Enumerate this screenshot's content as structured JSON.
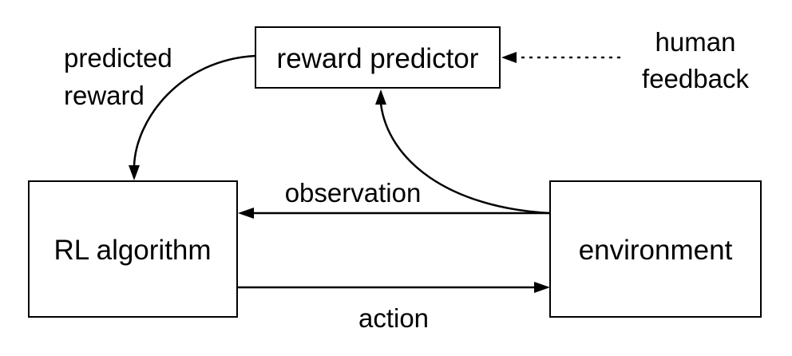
{
  "nodes": {
    "reward_predictor": "reward predictor",
    "rl_algorithm": "RL algorithm",
    "environment": "environment"
  },
  "edges": {
    "predicted_reward": [
      "predicted",
      "reward"
    ],
    "human_feedback": [
      "human",
      "feedback"
    ],
    "observation": "observation",
    "action": "action"
  }
}
